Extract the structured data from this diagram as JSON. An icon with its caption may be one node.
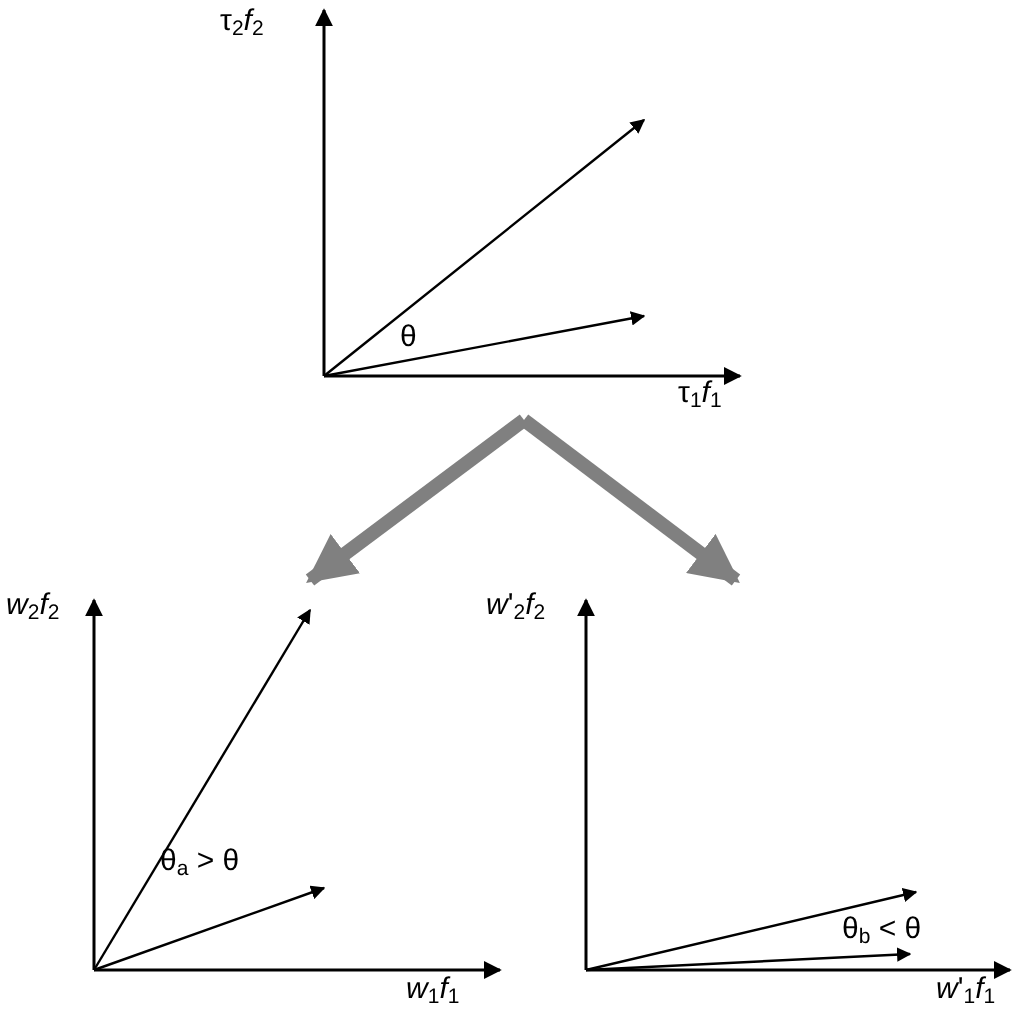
{
  "diagram": {
    "nodes": [
      {
        "text": [
          "τ$_{2}$*f*$_{2}$",
          "θ",
          "τ$_{1}$*f*$_{1}$"
        ]
      },
      {
        "text": [
          "*w*$_{2}$*f*$_{2}$",
          "θ$_{a}$ > θ",
          "*w*$_{1}$*f*$_{1}$"
        ]
      },
      {
        "text": [
          "*w*'$_{2}$*f*$_{2}$",
          "θ$_{b}$ < θ",
          "*w*'$_{1}$*f*$_{1}$"
        ]
      }
    ],
    "edges": [
      {
        "from": 0,
        "to": 1,
        "arrow": "to",
        "color": "#808080"
      },
      {
        "from": 0,
        "to": 2,
        "arrow": "to",
        "color": "#808080"
      }
    ]
  }
}
